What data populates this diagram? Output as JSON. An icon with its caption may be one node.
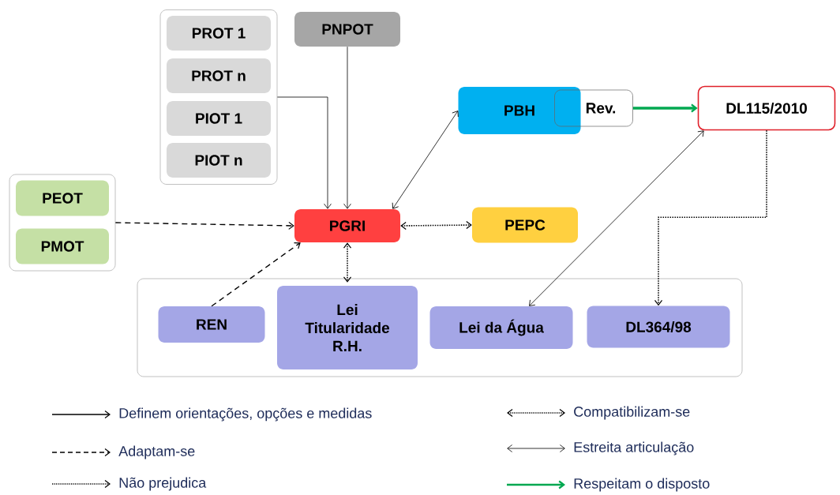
{
  "diagram": {
    "nodes": [
      {
        "text": [],
        "shape": "box"
      },
      {
        "text": [
          "PROT 1"
        ],
        "in": 0
      },
      {
        "text": [
          "PROT n"
        ],
        "in": 0
      },
      {
        "text": [
          "PIOT 1"
        ],
        "in": 0
      },
      {
        "text": [
          "PIOT n"
        ],
        "in": 0
      },
      {
        "text": [
          "PNPOT"
        ]
      },
      {
        "text": [],
        "shape": "box"
      },
      {
        "text": [
          "PEOT"
        ],
        "in": 6
      },
      {
        "text": [
          "PMOT"
        ],
        "in": 6
      },
      {
        "text": [
          "PBH"
        ]
      },
      {
        "text": [
          "Rev."
        ]
      },
      {
        "text": [
          "DL115/2010"
        ]
      },
      {
        "text": [
          "PGRI"
        ]
      },
      {
        "text": [
          "PEPC"
        ]
      },
      {
        "text": [],
        "shape": "box"
      },
      {
        "text": [
          "REN"
        ],
        "in": 14
      },
      {
        "text": [
          "Lei Titularidade R.H."
        ],
        "in": 14
      },
      {
        "text": [
          "Lei da Água"
        ],
        "in": 14
      },
      {
        "text": [
          "DL364/98"
        ],
        "in": 14
      }
    ],
    "edges": [
      {
        "from": 0,
        "to": 12,
        "arrow": "to"
      },
      {
        "from": 5,
        "to": 12,
        "arrow": "to"
      },
      {
        "from": 6,
        "to": 12,
        "arrow": "to",
        "style": "dashed"
      },
      {
        "from": 12,
        "to": 9,
        "arrow": "both"
      },
      {
        "from": 10,
        "to": 11,
        "arrow": "to",
        "style": "thick",
        "color": "#00a850"
      },
      {
        "from": 12,
        "to": 13,
        "arrow": "both",
        "style": "dashed"
      },
      {
        "from": 15,
        "to": 12,
        "arrow": "to",
        "style": "dashed"
      },
      {
        "from": 12,
        "to": 16,
        "arrow": "both",
        "style": "dashed"
      },
      {
        "from": 17,
        "to": 11,
        "arrow": "both"
      },
      {
        "from": 11,
        "to": 18,
        "arrow": "to",
        "style": "dashed"
      }
    ],
    "legend": [
      {
        "text": "Definem orientações, opções e medidas"
      },
      {
        "text": "Compatibilizam-se"
      },
      {
        "text": "Adaptam-se"
      },
      {
        "text": "Estreita articulação"
      },
      {
        "text": "Não prejudica"
      },
      {
        "text": "Respeitam o disposto"
      }
    ]
  }
}
